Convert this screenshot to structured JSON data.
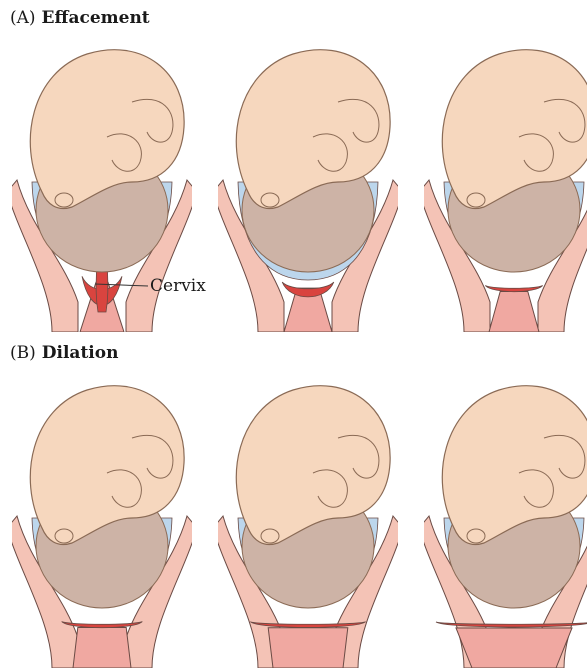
{
  "sections": {
    "a": {
      "letter": "(A)",
      "word": "Effacement"
    },
    "b": {
      "letter": "(B)",
      "word": "Dilation"
    }
  },
  "labels": {
    "cervix": "Cervix"
  },
  "effacement_stages": [
    {
      "amniotic_gap": 0.25,
      "cervix_length": 1.0,
      "cervix_opening": 0.0
    },
    {
      "amniotic_gap": 0.6,
      "cervix_length": 0.45,
      "cervix_opening": 0.1
    },
    {
      "amniotic_gap": 0.15,
      "cervix_length": 0.12,
      "cervix_opening": 0.15
    }
  ],
  "dilation_stages": [
    {
      "amniotic_gap": 0.2,
      "cervix_length": 0.12,
      "cervix_opening": 0.35
    },
    {
      "amniotic_gap": 0.15,
      "cervix_length": 0.1,
      "cervix_opening": 0.65
    },
    {
      "amniotic_gap": 0.1,
      "cervix_length": 0.08,
      "cervix_opening": 1.0
    }
  ],
  "colors": {
    "skin": "#f6d7be",
    "skin_line": "#8a6a55",
    "head_shade": "#cdb3a6",
    "amniotic": "#bcd6ec",
    "uterus_wall": "#f4c3b6",
    "cervix": "#d9443f",
    "canal": "#f0a8a1",
    "outline": "#6a4a44"
  }
}
